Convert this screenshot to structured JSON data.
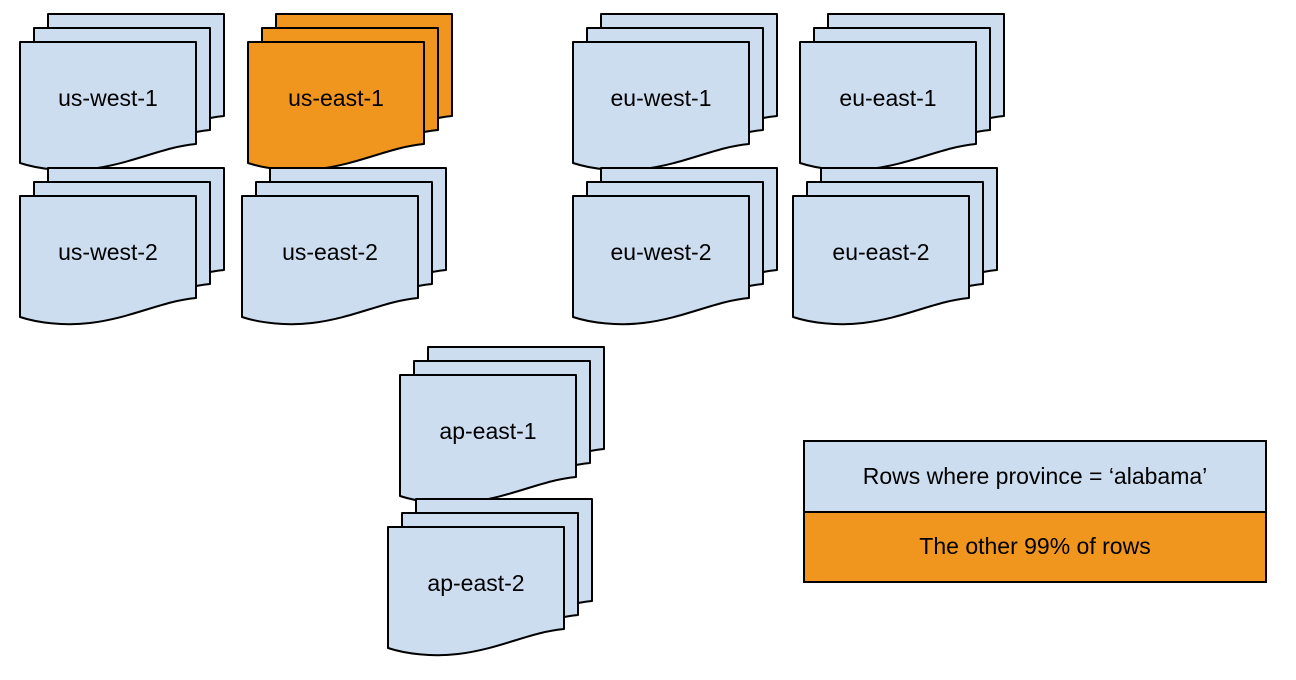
{
  "colors": {
    "background": "#ffffff",
    "stroke": "#000000",
    "region_fill": "#cdddf0",
    "highlight_fill": "#f0961e"
  },
  "regions": [
    {
      "label": "us-west-1",
      "fill": "#cdddf0",
      "highlighted": false
    },
    {
      "label": "us-east-1",
      "fill": "#f0961e",
      "highlighted": true
    },
    {
      "label": "eu-west-1",
      "fill": "#cdddf0",
      "highlighted": false
    },
    {
      "label": "eu-east-1",
      "fill": "#cdddf0",
      "highlighted": false
    },
    {
      "label": "us-west-2",
      "fill": "#cdddf0",
      "highlighted": false
    },
    {
      "label": "us-east-2",
      "fill": "#cdddf0",
      "highlighted": false
    },
    {
      "label": "eu-west-2",
      "fill": "#cdddf0",
      "highlighted": false
    },
    {
      "label": "eu-east-2",
      "fill": "#cdddf0",
      "highlighted": false
    },
    {
      "label": "ap-east-1",
      "fill": "#cdddf0",
      "highlighted": false
    },
    {
      "label": "ap-east-2",
      "fill": "#cdddf0",
      "highlighted": false
    }
  ],
  "legend": {
    "items": [
      {
        "label": "Rows where province = ‘alabama’",
        "color": "#cdddf0"
      },
      {
        "label": "The other 99% of rows",
        "color": "#f0961e"
      }
    ]
  }
}
